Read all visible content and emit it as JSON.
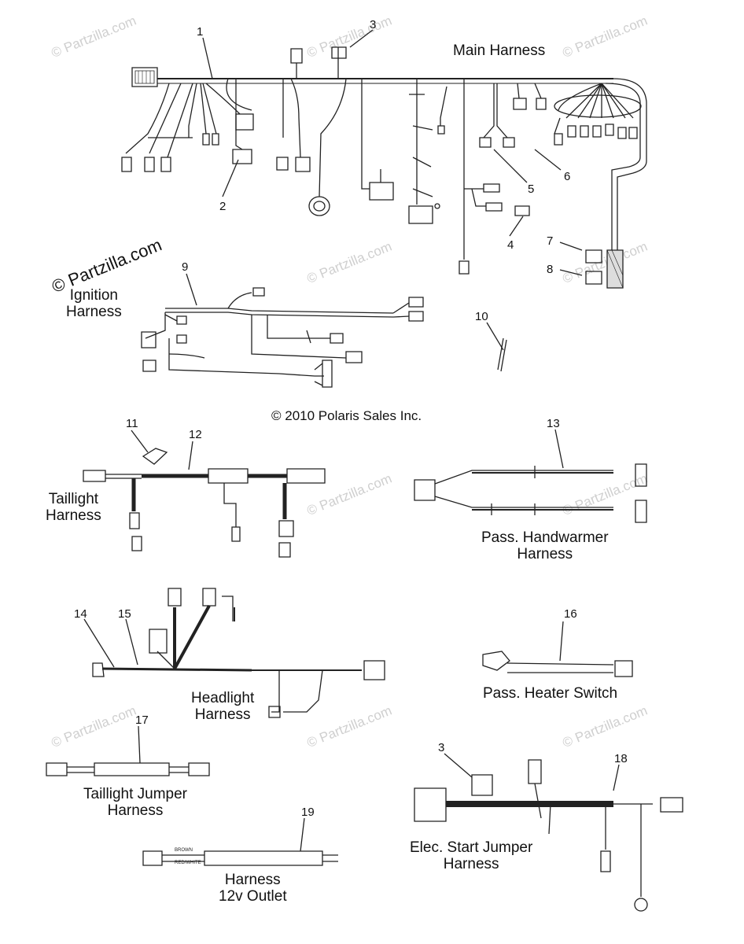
{
  "watermark": "© Partzilla.com",
  "watermark_prominent": "© Partzilla.com",
  "copyright": "© 2010 Polaris Sales Inc.",
  "harness_titles": {
    "main": "Main Harness",
    "ignition_line1": "Ignition",
    "ignition_line2": "Harness",
    "taillight_line1": "Taillight",
    "taillight_line2": "Harness",
    "handwarmer_line1": "Pass. Handwarmer",
    "handwarmer_line2": "Harness",
    "headlight_line1": "Headlight",
    "headlight_line2": "Harness",
    "heater_switch": "Pass. Heater Switch",
    "taillight_jumper_line1": "Taillight Jumper",
    "taillight_jumper_line2": "Harness",
    "outlet_line1": "Harness",
    "outlet_line2": "12v Outlet",
    "elec_start_line1": "Elec. Start Jumper",
    "elec_start_line2": "Harness"
  },
  "callouts": [
    "1",
    "2",
    "3",
    "4",
    "5",
    "6",
    "7",
    "8",
    "9",
    "10",
    "11",
    "12",
    "13",
    "14",
    "15",
    "16",
    "17",
    "18",
    "19",
    "3"
  ],
  "wire_tags": {
    "outlet_brown": "BROWN",
    "outlet_redwhite": "RED/WHITE"
  },
  "colors": {
    "ink": "#111111",
    "watermark": "#cfcfcf",
    "wire": "#222222"
  }
}
